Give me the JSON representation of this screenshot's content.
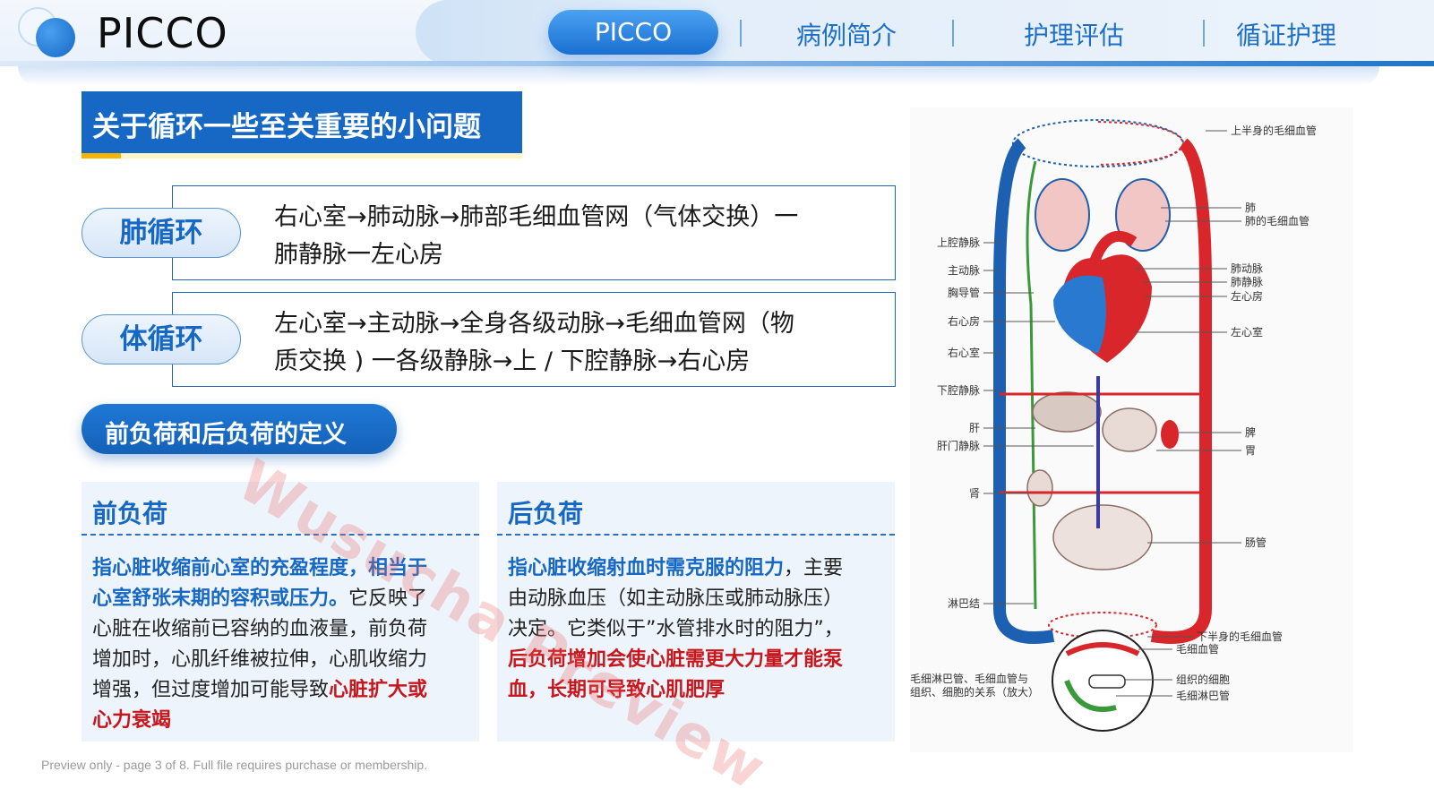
{
  "header": {
    "brand": "PICCO",
    "tabs": [
      {
        "label": "PICCO",
        "active": true
      },
      {
        "label": "病例简介",
        "active": false
      },
      {
        "label": "护理评估",
        "active": false
      },
      {
        "label": "循证护理",
        "active": false
      }
    ]
  },
  "section_title": "关于循环一些至关重要的小问题",
  "circulation": {
    "pulmonary": {
      "label": "肺循环",
      "line1": "右心室→肺动脉→肺部毛细血管网（气体交换）一",
      "line2": "肺静脉一左心房"
    },
    "systemic": {
      "label": "体循环",
      "line1": "左心室→主动脉→全身各级动脉→毛细血管网（物",
      "line2": "质交换 ) 一各级静脉→上 / 下腔静脉→右心房"
    }
  },
  "definition_heading": "前负荷和后负荷的定义",
  "preload": {
    "title": "前负荷",
    "blue1": "指心脏收缩前心室的充盈程度，相当于",
    "blue2": "心室舒张末期的容积或压力。",
    "plain1": "它反映了",
    "plain2": "心脏在收缩前已容纳的血液量，前负荷",
    "plain3": "增加时，心肌纤维被拉伸，心肌收缩力",
    "plain4": "增强，但过度增加可能导致",
    "red1": "心脏扩大或",
    "red2": "心力衰竭"
  },
  "afterload": {
    "title": "后负荷",
    "blue1": "指心脏收缩射血时需克服的阻力",
    "plain1": "，主要",
    "plain2": "由动脉血压（如主动脉压或肺动脉压）",
    "plain3": "决定。它类似于”水管排水时的阻力”，",
    "red1": "后负荷增加会使心脏需更大力量才能泵",
    "red2": "血，长期可导致心肌肥厚"
  },
  "diagram": {
    "labels_left": [
      "上腔静脉",
      "主动脉",
      "胸导管",
      "右心房",
      "右心室",
      "下腔静脉",
      "肝",
      "肝门静脉",
      "肾",
      "淋巴结"
    ],
    "labels_right": [
      "上半身的毛细血管",
      "肺",
      "肺的毛细血管",
      "肺动脉",
      "肺静脉",
      "左心房",
      "左心室",
      "脾",
      "胃",
      "肠管",
      "下半身的毛细血管",
      "毛细血管",
      "组织的细胞",
      "毛细淋巴管"
    ],
    "inset_caption_1": "毛细淋巴管、毛细血管与",
    "inset_caption_2": "组织、细胞的关系（放大）",
    "colors": {
      "artery": "#d8262b",
      "vein": "#1d5fb0",
      "lymph": "#3a9a3a"
    }
  },
  "watermark": "Wusucha Preview",
  "footer": "Preview only - page 3 of 8. Full file requires purchase or membership."
}
